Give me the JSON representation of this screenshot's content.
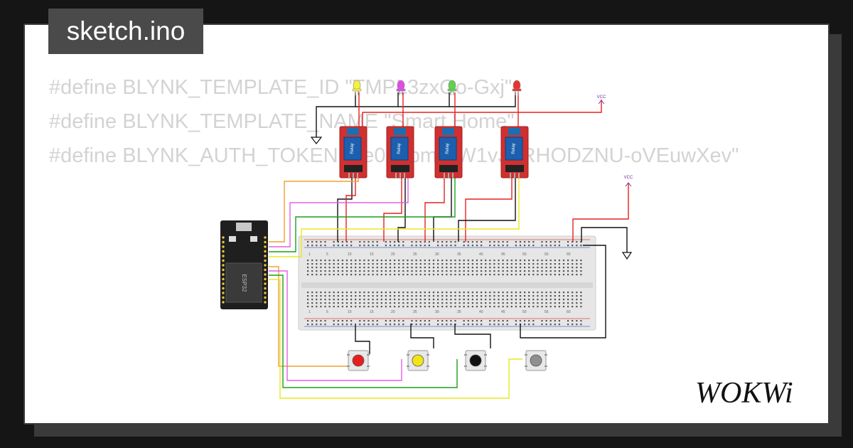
{
  "tab": {
    "title": "sketch.ino"
  },
  "code_lines": [
    "#define BLYNK_TEMPLATE_ID \"TMPL3zxOo-Gxj\"",
    "#define BLYNK_TEMPLATE_NAME \"Smart Home\"",
    "#define BLYNK_AUTH_TOKEN \"_e0p0pmlCW1vJFRHODZNU-oVEuwXev\""
  ],
  "components": {
    "relay_label": "Relay",
    "esp32_label": "ESP32",
    "vcc_label": "VCC",
    "breadboard_numbers": [
      "1",
      "5",
      "10",
      "15",
      "20",
      "25",
      "30",
      "35",
      "40",
      "45",
      "50",
      "55",
      "60"
    ]
  },
  "leds": [
    {
      "color": "#f5f23a"
    },
    {
      "color": "#e24ae8"
    },
    {
      "color": "#5fd24a"
    },
    {
      "color": "#e8342e"
    }
  ],
  "buttons": [
    {
      "color": "#e81e1e"
    },
    {
      "color": "#f2e418"
    },
    {
      "color": "#111111"
    },
    {
      "color": "#8f8f8f"
    }
  ],
  "brand": {
    "logo": "WOKWi"
  }
}
